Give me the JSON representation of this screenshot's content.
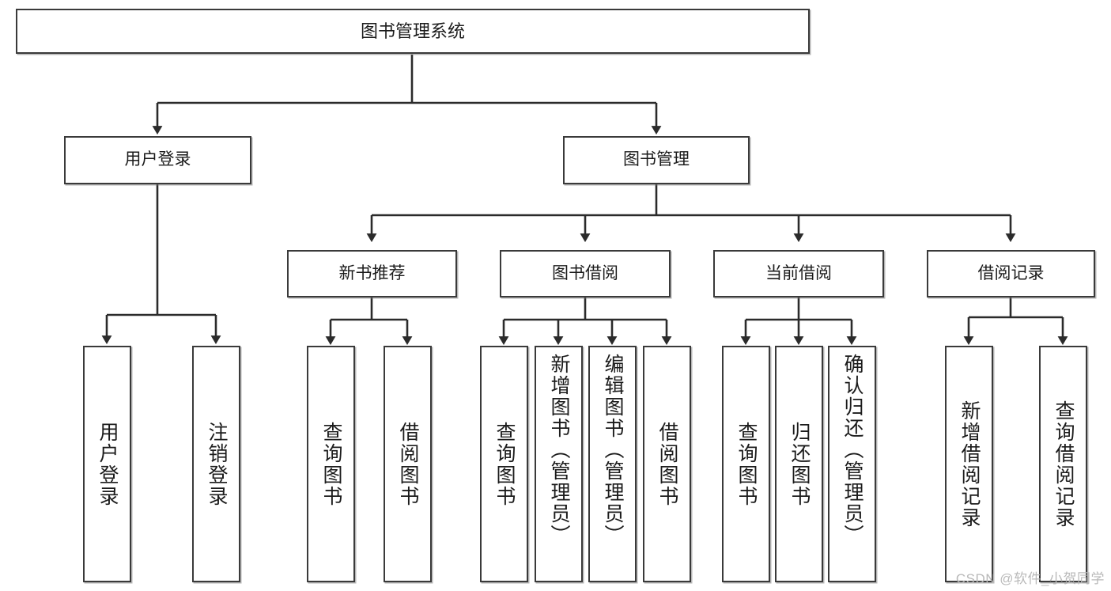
{
  "diagram": {
    "type": "tree",
    "title": "图书管理系统",
    "orientation": "top-down",
    "colors": {
      "box_border": "#3a3a3a",
      "box_fill": "#ffffff",
      "connector": "#2b2b2b",
      "text": "#1b1b1b",
      "watermark": "#b9b9b9"
    },
    "nodes": {
      "root": {
        "label": "图书管理系统"
      },
      "level2": [
        {
          "id": "user-login",
          "label": "用户登录"
        },
        {
          "id": "book-management",
          "label": "图书管理"
        }
      ],
      "level3": [
        {
          "id": "new-book-recommend",
          "label": "新书推荐"
        },
        {
          "id": "book-borrow",
          "label": "图书借阅"
        },
        {
          "id": "current-borrow",
          "label": "当前借阅"
        },
        {
          "id": "borrow-record",
          "label": "借阅记录"
        }
      ],
      "leaves": {
        "user-login": [
          {
            "id": "leaf-user-login",
            "label": "用户登录"
          },
          {
            "id": "leaf-logout",
            "label": "注销登录"
          }
        ],
        "new-book-recommend": [
          {
            "id": "leaf-query-book-1",
            "label": "查询图书"
          },
          {
            "id": "leaf-borrow-book-1",
            "label": "借阅图书"
          }
        ],
        "book-borrow": [
          {
            "id": "leaf-query-book-2",
            "label": "查询图书"
          },
          {
            "id": "leaf-add-book",
            "label": "新增图书（管理员）"
          },
          {
            "id": "leaf-edit-book",
            "label": "编辑图书（管理员）"
          },
          {
            "id": "leaf-borrow-book-2",
            "label": "借阅图书"
          }
        ],
        "current-borrow": [
          {
            "id": "leaf-query-book-3",
            "label": "查询图书"
          },
          {
            "id": "leaf-return-book",
            "label": "归还图书"
          },
          {
            "id": "leaf-confirm-return",
            "label": "确认归还（管理员）"
          }
        ],
        "borrow-record": [
          {
            "id": "leaf-add-record",
            "label": "新增借阅记录"
          },
          {
            "id": "leaf-query-record",
            "label": "查询借阅记录"
          }
        ]
      }
    }
  },
  "watermark": {
    "text": "CSDN @软件_小贺同学"
  }
}
